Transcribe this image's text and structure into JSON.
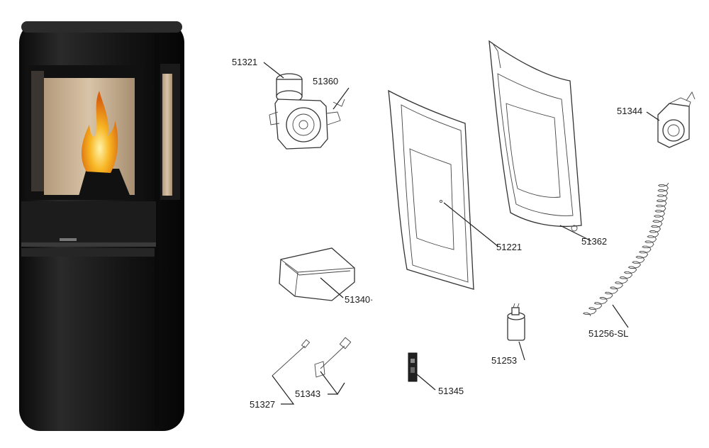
{
  "diagram": {
    "product_image": {
      "name": "stove-photo",
      "colors": {
        "body": "#141414",
        "flame": "#f5a21a",
        "firebrick": "#c9b296"
      }
    },
    "callouts": [
      {
        "id": "c-51321",
        "text": "51321"
      },
      {
        "id": "c-51360",
        "text": "51360"
      },
      {
        "id": "c-51344",
        "text": "51344"
      },
      {
        "id": "c-51221",
        "text": "51221"
      },
      {
        "id": "c-51362",
        "text": "51362"
      },
      {
        "id": "c-51340",
        "text": "51340·"
      },
      {
        "id": "c-51256",
        "text": "51256-SL"
      },
      {
        "id": "c-51253",
        "text": "51253"
      },
      {
        "id": "c-51327",
        "text": "51327"
      },
      {
        "id": "c-51343",
        "text": "51343"
      },
      {
        "id": "c-51345",
        "text": "51345"
      }
    ]
  }
}
